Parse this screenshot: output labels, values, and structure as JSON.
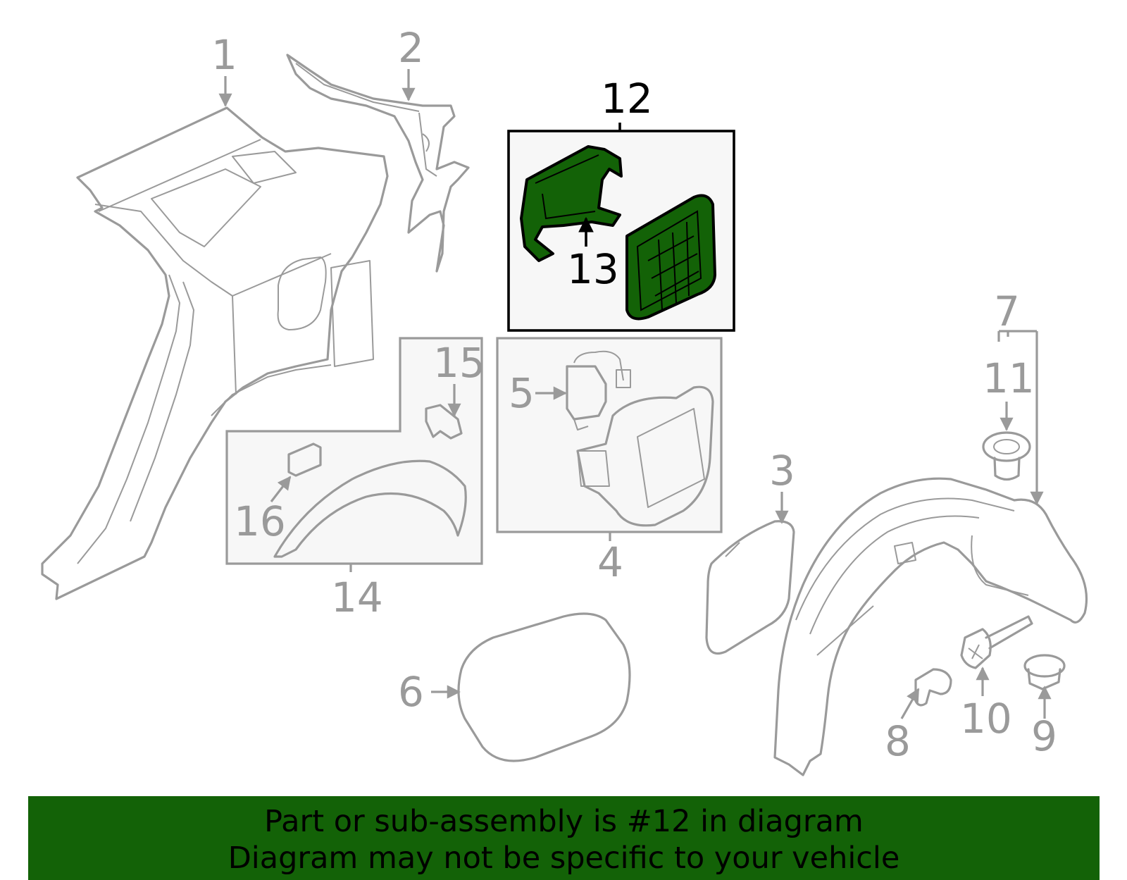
{
  "colors": {
    "highlight": "#136207",
    "line": "#9a9a9a",
    "highlight_label": "#000000"
  },
  "callouts": {
    "c1": "1",
    "c2": "2",
    "c3": "3",
    "c4": "4",
    "c5": "5",
    "c6": "6",
    "c7": "7",
    "c8": "8",
    "c9": "9",
    "c10": "10",
    "c11": "11",
    "c12": "12",
    "c13": "13",
    "c14": "14",
    "c15": "15",
    "c16": "16"
  },
  "banner": {
    "line1": "Part or sub-assembly is #12 in diagram",
    "line2": "Diagram may not be specific to your vehicle"
  }
}
